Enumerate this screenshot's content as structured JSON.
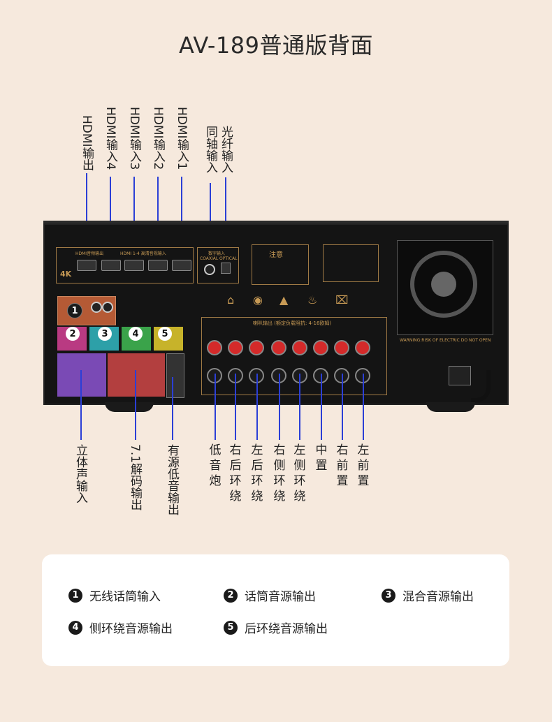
{
  "title": "AV-189普通版背面",
  "top_labels": [
    {
      "id": "hdmi-out",
      "text": "HDMI输出"
    },
    {
      "id": "hdmi-in4",
      "text": "HDMI输入4"
    },
    {
      "id": "hdmi-in3",
      "text": "HDMI输入3"
    },
    {
      "id": "hdmi-in2",
      "text": "HDMI输入2"
    },
    {
      "id": "hdmi-in1",
      "text": "HDMI输入1"
    },
    {
      "id": "coaxial-in",
      "text": "同轴输入"
    },
    {
      "id": "optical-in",
      "text": "光纤输入"
    }
  ],
  "bottom_labels": [
    {
      "id": "stereo-in",
      "text": "立体声输入"
    },
    {
      "id": "decode-out",
      "text": "7.1解码输出"
    },
    {
      "id": "sub-active",
      "text": "有源低音输出"
    },
    {
      "id": "subwoofer",
      "text": "低音炮"
    },
    {
      "id": "rear-right",
      "text": "右后环绕"
    },
    {
      "id": "rear-left",
      "text": "左后环绕"
    },
    {
      "id": "side-right",
      "text": "右侧环绕"
    },
    {
      "id": "side-left",
      "text": "左侧环绕"
    },
    {
      "id": "center",
      "text": "中置"
    },
    {
      "id": "front-right",
      "text": "右前置"
    },
    {
      "id": "front-left",
      "text": "左前置"
    }
  ],
  "panel": {
    "label_4k": "4K",
    "hdmi_section": "HDMI 1-4 高清音视输入",
    "hdmi_out_small": "HDMI音频输出",
    "digital_in": "数字输入",
    "coaxial": "COAXIAL",
    "optical": "OPTICAL",
    "caution": "注意",
    "speaker_header": "喇叭输出  (额定负载阻抗: 4-16欧姆)",
    "warning": "WARNING:RISK OF ELECTRIC DO NOT OPEN",
    "badges": [
      "1",
      "2",
      "3",
      "4",
      "5"
    ]
  },
  "legend": [
    {
      "num": "1",
      "text": "无线话筒输入"
    },
    {
      "num": "2",
      "text": "话筒音源输出"
    },
    {
      "num": "3",
      "text": "混合音源输出"
    },
    {
      "num": "4",
      "text": "侧环绕音源输出"
    },
    {
      "num": "5",
      "text": "后环绕音源输出"
    }
  ]
}
